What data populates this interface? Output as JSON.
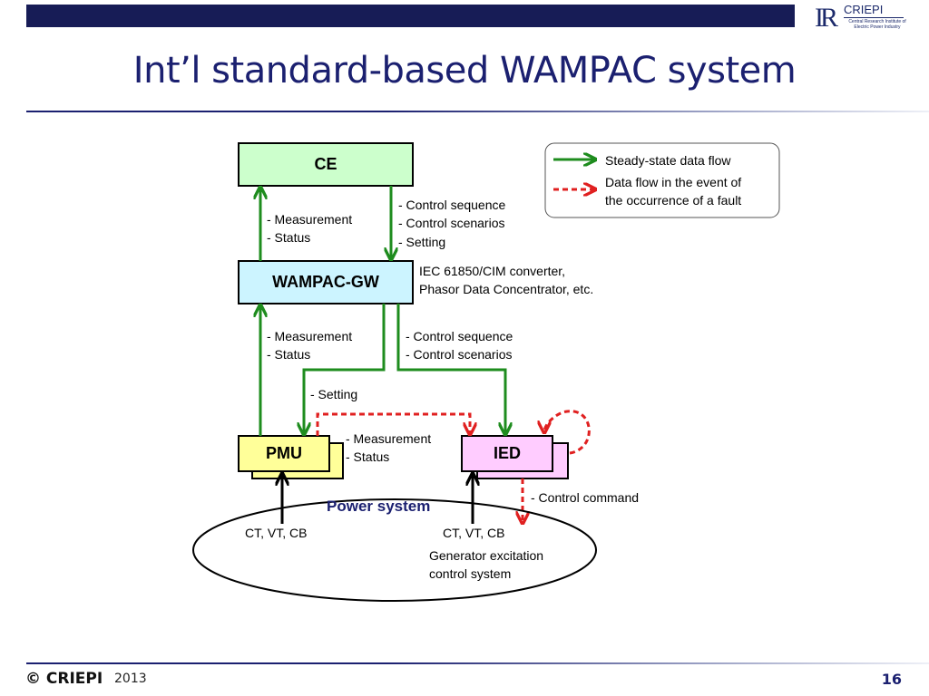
{
  "slide": {
    "title": "Int’l standard-based WAMPAC system",
    "logo_name": "CRIEPI",
    "logo_sub": "Central Research Institute of Electric Power Industry",
    "footer_copy": "© CRIEPI",
    "footer_year": "2013",
    "page_number": "16"
  },
  "colors": {
    "title": "#1b2070",
    "top_bar": "#171c56",
    "steady_flow": "#1e8c1e",
    "fault_flow": "#e02020",
    "ce_fill": "#ccffcc",
    "gw_fill": "#ccf4ff",
    "pmu_fill": "#ffff99",
    "ied_fill": "#ffccff"
  },
  "legend": {
    "steady": "Steady-state data flow",
    "fault_line1": "Data flow in the event of",
    "fault_line2": "the occurrence of a fault"
  },
  "boxes": {
    "ce": "CE",
    "gw": "WAMPAC-GW",
    "pmu": "PMU",
    "ied": "IED"
  },
  "labels": {
    "ce_up_meas": "- Measurement",
    "ce_up_status": "- Status",
    "ce_down_seq": "- Control sequence",
    "ce_down_scen": "- Control scenarios",
    "ce_down_setting": "- Setting",
    "gw_desc1": "IEC 61850/CIM converter,",
    "gw_desc2": "Phasor Data Concentrator, etc.",
    "gw_up_meas": "- Measurement",
    "gw_up_status": "- Status",
    "gw_down_seq": "- Control sequence",
    "gw_down_scen": "- Control scenarios",
    "pmu_setting": "- Setting",
    "mid_meas": "- Measurement",
    "mid_status": "- Status",
    "control_command": "- Control command",
    "power_system": "Power system",
    "ct_left": "CT, VT, CB",
    "ct_right": "CT, VT, CB",
    "gen1": "Generator excitation",
    "gen2": "control system"
  }
}
